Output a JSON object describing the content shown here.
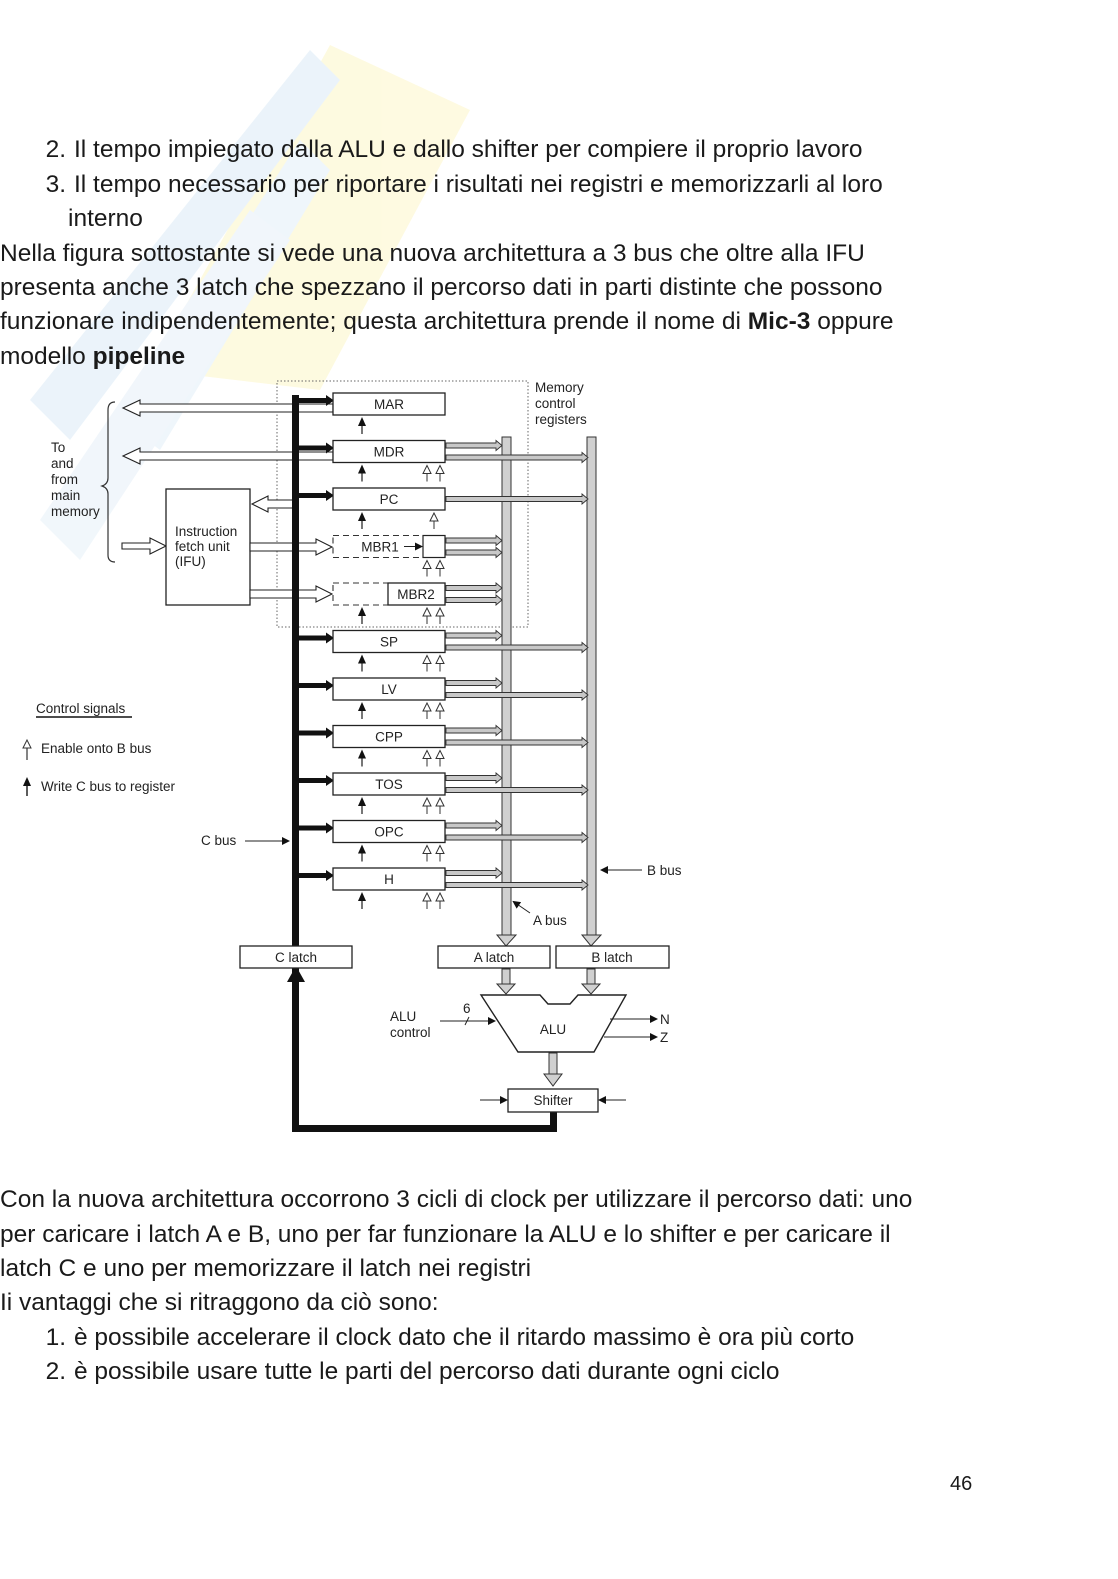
{
  "top_list": [
    {
      "number": "2.",
      "text": "Il tempo impiegato dalla ALU e dallo shifter per compiere il proprio lavoro"
    },
    {
      "number": "3.",
      "text": "Il tempo necessario per riportare i risultati nei registri e memorizzarli al loro",
      "continuation": "interno"
    }
  ],
  "intro_paragraph": {
    "line1": "Nella figura sottostante si vede una nuova architettura a 3 bus che oltre alla IFU",
    "line2": "presenta anche 3 latch che spezzano il percorso dati in parti distinte che possono",
    "line3_prefix": "funzionare indipendentemente; questa architettura prende il nome di ",
    "line3_bold": "Mic-3",
    "line3_suffix": " oppure",
    "line4_prefix": "modello ",
    "line4_bold": "pipeline"
  },
  "diagram": {
    "registers": [
      "MAR",
      "MDR",
      "PC",
      "MBR1",
      "MBR2",
      "SP",
      "LV",
      "CPP",
      "TOS",
      "OPC",
      "H"
    ],
    "memory_label": [
      "To",
      "and",
      "from",
      "main",
      "memory"
    ],
    "ifu_label": [
      "Instruction",
      "fetch unit",
      "(IFU)"
    ],
    "memory_control_label": [
      "Memory",
      "control",
      "registers"
    ],
    "legend_title": "Control signals",
    "legend_enable": "Enable onto B bus",
    "legend_write": "Write C bus to register",
    "c_bus": "C bus",
    "a_bus": "A bus",
    "b_bus": "B bus",
    "c_latch": "C latch",
    "a_latch": "A latch",
    "b_latch": "B latch",
    "alu": "ALU",
    "alu_control": [
      "ALU",
      "control"
    ],
    "alu_control_width": "6",
    "flag_n": "N",
    "flag_z": "Z",
    "shifter": "Shifter"
  },
  "bottom_paragraph": {
    "line1": "Con la nuova architettura occorrono 3 cicli di clock per utilizzare il percorso dati: uno",
    "line2": "per caricare i latch A e B, uno per far funzionare la ALU e lo shifter e per caricare il",
    "line3": "latch C e uno per memorizzare il latch nei registri",
    "line4": "Ii vantaggi che si ritraggono da ciò sono:"
  },
  "bottom_list": [
    {
      "number": "1.",
      "text": "è possibile accelerare il clock dato che il ritardo massimo è ora più corto"
    },
    {
      "number": "2.",
      "text": "è possibile usare tutte le parti del percorso dati durante ogni ciclo"
    }
  ],
  "page_number": "46"
}
